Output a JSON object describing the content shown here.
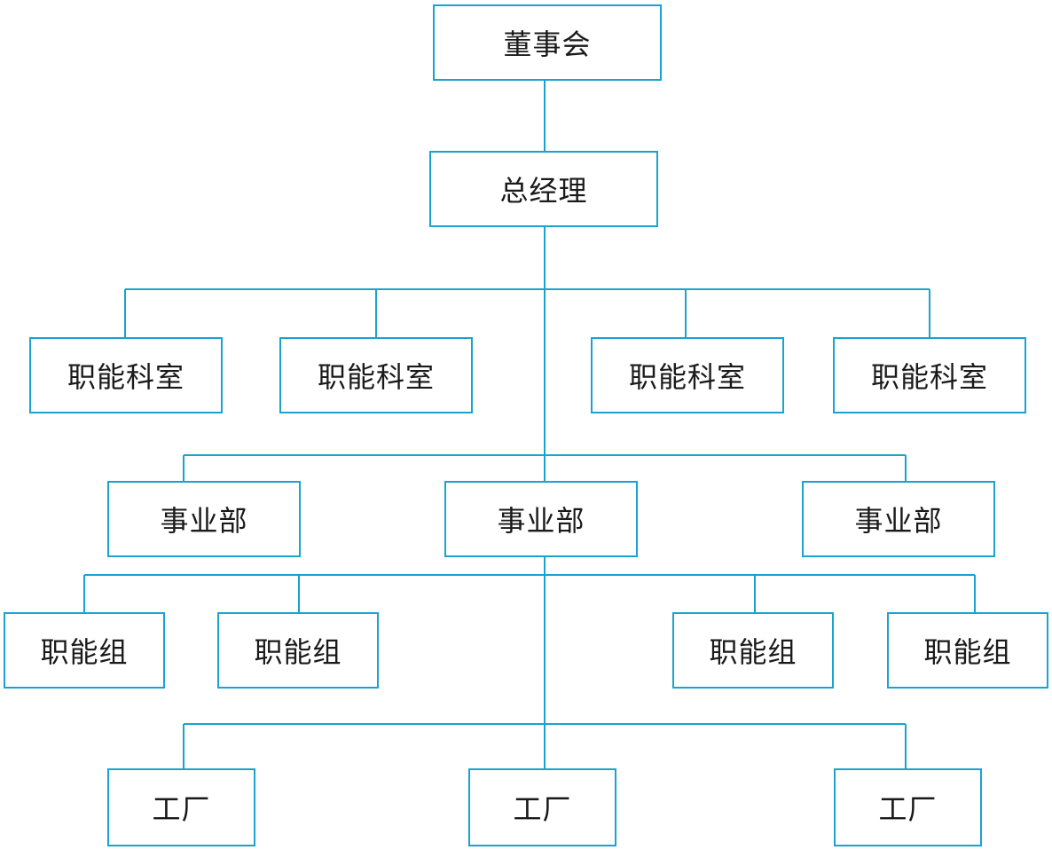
{
  "colors": {
    "line": "#1aa3cf",
    "text": "#1a1a1a",
    "background": "#ffffff"
  },
  "nodes": {
    "board": "董事会",
    "general_manager": "总经理",
    "functional_offices": [
      "职能科室",
      "职能科室",
      "职能科室",
      "职能科室"
    ],
    "divisions": [
      "事业部",
      "事业部",
      "事业部"
    ],
    "functional_groups": [
      "职能组",
      "职能组",
      "职能组",
      "职能组"
    ],
    "factories": [
      "工厂",
      "工厂",
      "工厂"
    ]
  }
}
